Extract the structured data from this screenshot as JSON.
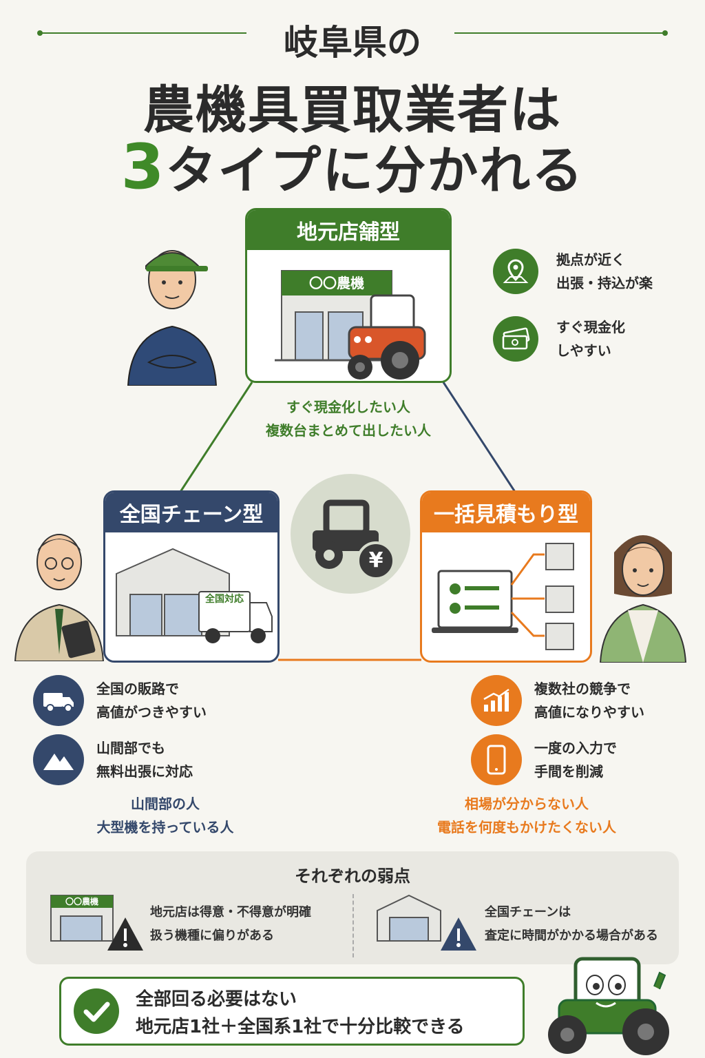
{
  "header": {
    "line1": "岐阜県の",
    "line2": "農機具買取業者は",
    "line3_num": "3",
    "line3_rest": "タイプに分かれる"
  },
  "types": {
    "local": {
      "label": "地元店舗型",
      "shop_sign": "〇〇農機",
      "features": [
        {
          "icon": "map-pin-icon",
          "line1": "拠点が近く",
          "line2": "出張・持込が楽"
        },
        {
          "icon": "cash-icon",
          "line1": "すぐ現金化",
          "line2": "しやすい"
        }
      ],
      "target": [
        "すぐ現金化したい人",
        "複数台まとめて出したい人"
      ]
    },
    "chain": {
      "label": "全国チェーン型",
      "truck_sign": "全国対応",
      "features": [
        {
          "icon": "truck-icon",
          "line1": "全国の販路で",
          "line2": "高値がつきやすい"
        },
        {
          "icon": "mountain-icon",
          "line1": "山間部でも",
          "line2": "無料出張に対応"
        }
      ],
      "target": [
        "山間部の人",
        "大型機を持っている人"
      ]
    },
    "bulk": {
      "label": "一括見積もり型",
      "features": [
        {
          "icon": "chart-up-icon",
          "line1": "複数社の競争で",
          "line2": "高値になりやすい"
        },
        {
          "icon": "smartphone-icon",
          "line1": "一度の入力で",
          "line2": "手間を削減"
        }
      ],
      "target": [
        "相場が分からない人",
        "電話を何度もかけたくない人"
      ]
    }
  },
  "center_icon": "tractor-yen-icon",
  "center_symbol": "¥",
  "weakness": {
    "title": "それぞれの弱点",
    "local_sign": "〇〇農機",
    "local": [
      "地元店は得意・不得意が明確",
      "扱う機種に偏りがある"
    ],
    "chain": [
      "全国チェーンは",
      "査定に時間がかかる場合がある"
    ]
  },
  "conclusion": {
    "line1": "全部回る必要はない",
    "line2": "地元店1社＋全国系1社で十分比較できる"
  },
  "colors": {
    "green": "#3f7d2a",
    "navy": "#34486b",
    "orange": "#e87a1e"
  }
}
